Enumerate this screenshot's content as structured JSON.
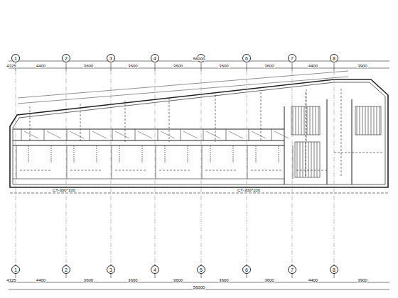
{
  "diagram": {
    "nodes": [
      {
        "text": [
          "1"
        ]
      },
      {
        "text": [
          "2"
        ]
      },
      {
        "text": [
          "3"
        ]
      },
      {
        "text": [
          "4"
        ]
      },
      {
        "text": [
          "5"
        ]
      },
      {
        "text": [
          "6"
        ]
      },
      {
        "text": [
          "7"
        ]
      },
      {
        "text": [
          "8"
        ]
      },
      {
        "text": [
          "1"
        ]
      },
      {
        "text": [
          "2"
        ]
      },
      {
        "text": [
          "3"
        ]
      },
      {
        "text": [
          "4"
        ]
      },
      {
        "text": [
          "5"
        ]
      },
      {
        "text": [
          "6"
        ]
      },
      {
        "text": [
          "7"
        ]
      },
      {
        "text": [
          "8"
        ]
      }
    ],
    "labels": [
      "4325",
      "4400",
      "3600",
      "3600",
      "3600",
      "3600",
      "3600",
      "4400",
      "3900",
      "56000",
      "4325",
      "4400",
      "3600",
      "3600",
      "3600",
      "3600",
      "3600",
      "4400",
      "3900",
      "56000",
      "CT-300*100",
      "CT-300*100"
    ]
  }
}
